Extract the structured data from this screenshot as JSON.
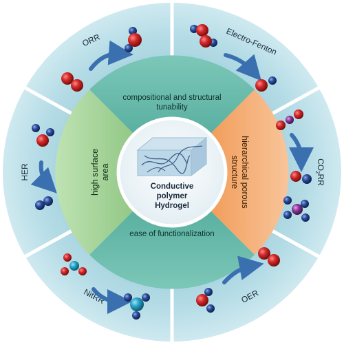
{
  "center": {
    "line1": "Conductive",
    "line2": "polymer",
    "line3": "Hydrogel"
  },
  "properties": {
    "top_line1": "compositional and structural",
    "top_line2": "tunability",
    "bottom": "ease of functionalization",
    "left_line1": "high surface",
    "left_line2": "area",
    "right_line1": "hierarchical porous",
    "right_line2": "structure"
  },
  "reactions": {
    "orr": "ORR",
    "electro_fenton": "Electro-Fenton",
    "co2rr_prefix": "CO",
    "co2rr_subscript": "2",
    "co2rr_suffix": "RR",
    "oer": "OER",
    "nitrr": "NitRR",
    "her": "HER"
  },
  "colors": {
    "outer_ring": "#a9d3de",
    "outer_light": "#d4ecf2",
    "middle_teal": "#5bb5a6",
    "left_green": "#86c07c",
    "right_orange": "#f0944a",
    "atom_red": "#d42a2a",
    "atom_blue": "#2c4d9c",
    "atom_purple": "#8a3a9a",
    "atom_cyan": "#2aa4c9",
    "arrow": "#3a6fb0"
  }
}
